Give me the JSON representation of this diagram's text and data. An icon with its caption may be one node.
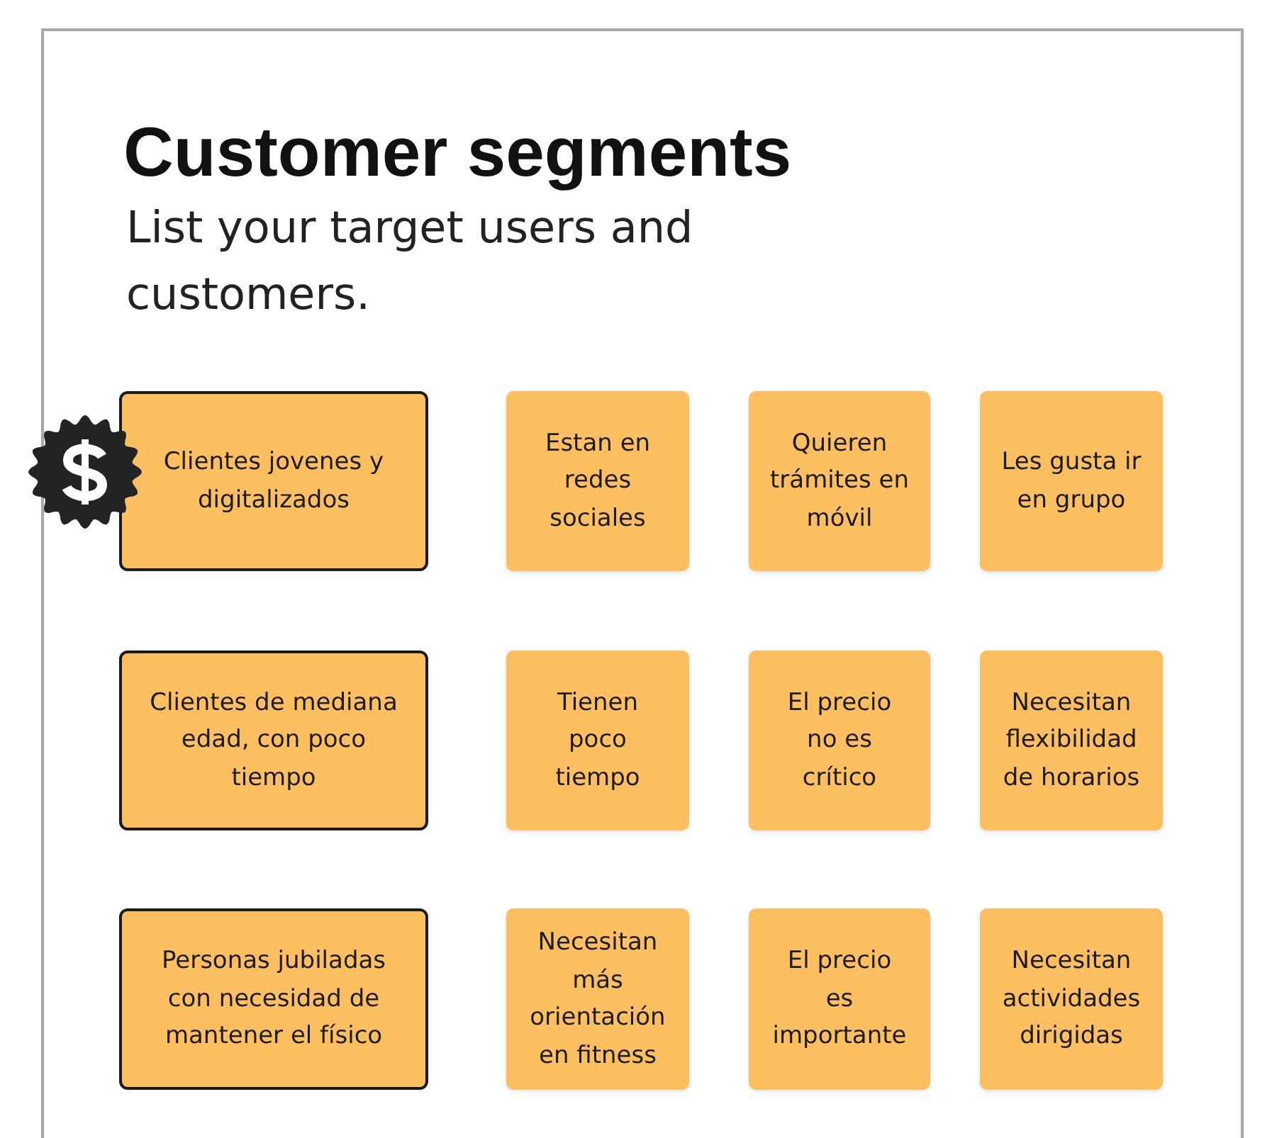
{
  "diagram": {
    "title": "Customer segments",
    "nodes": [
      {
        "text": [
          "Clientes jovenes y digitalizados"
        ]
      },
      {
        "text": [
          "Estan en redes sociales"
        ]
      },
      {
        "text": [
          "Quieren trámites en móvil"
        ]
      },
      {
        "text": [
          "Les gusta ir en grupo"
        ]
      },
      {
        "text": [
          "Clientes de mediana edad, con poco tiempo"
        ]
      },
      {
        "text": [
          "Tienen poco tiempo"
        ]
      },
      {
        "text": [
          "El precio no es crítico"
        ]
      },
      {
        "text": [
          "Necesitan flexibilidad de horarios"
        ]
      },
      {
        "text": [
          "Personas jubiladas con necesidad de mantener el físico"
        ]
      },
      {
        "text": [
          "Necesitan más orientación en fitness"
        ]
      },
      {
        "text": [
          "El precio es importante"
        ]
      },
      {
        "text": [
          "Necesitan actividades dirigidas"
        ]
      }
    ],
    "labels": [
      "List your target users and customers."
    ]
  }
}
